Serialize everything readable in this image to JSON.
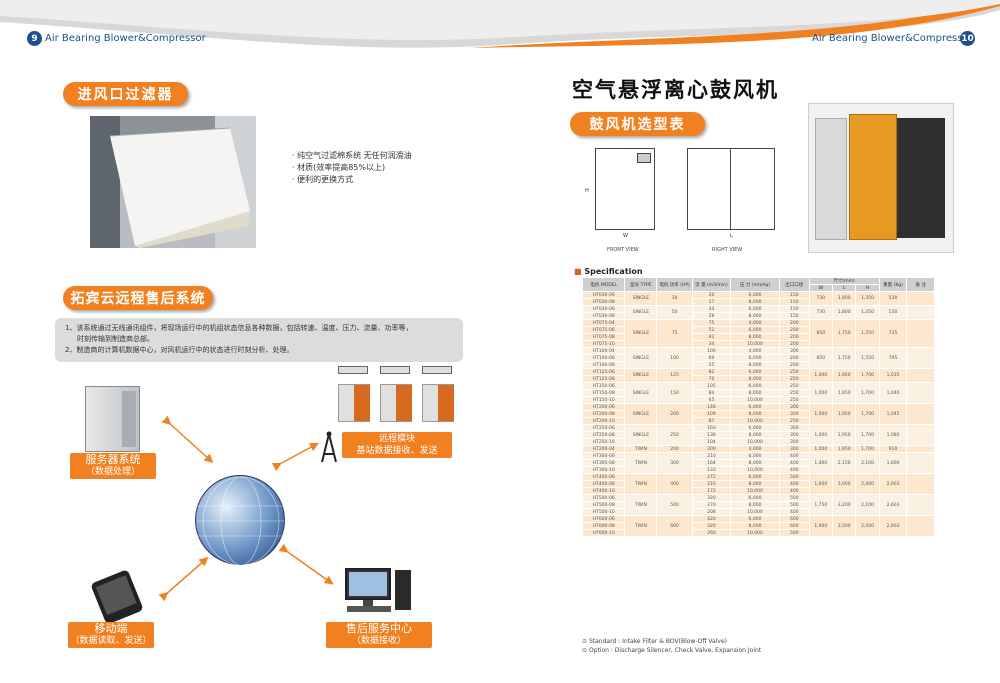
{
  "header": {
    "left_page": "9",
    "left_title": "Air Bearing Blower&Compressor",
    "right_title": "Air Bearing Blower&Compressor",
    "right_page": "10"
  },
  "left": {
    "filter_title": "进风口过滤器",
    "filter_bullets": [
      "· 纯空气过滤棉系统 无任何润滑油",
      "· 材质(效率提高85%以上)",
      "· 便利的更换方式"
    ],
    "cloud_title": "拓宾云远程售后系统",
    "cloud_points": [
      "1、该系统通过无线通讯组件，将现场运行中的机组状态信息各种数据，包括转速、温度、压力、流量、功率等，",
      "时刻传输到制造商总部。",
      "2、制造商的计算机数据中心，对风机运行中的状态进行时刻分析、处理。"
    ],
    "server_label": "服务器系统",
    "server_sub": "（数据处理）",
    "remote_label": "远程模块",
    "remote_sub": "基站数据接收、发送",
    "mobile_label": "移动端",
    "mobile_sub": "（数据读取、发送）",
    "service_label": "售后服务中心",
    "service_sub": "（数据接收）"
  },
  "right": {
    "title": "空气悬浮离心鼓风机",
    "selection_title": "鼓风机选型表",
    "front_view": "FRONT VIEW",
    "right_view": "RIGHT VIEW",
    "dim_w": "W",
    "dim_l": "L",
    "dim_h": "H",
    "spec_title": "Specification",
    "headers": [
      "电机 MODEL",
      "型号 TYPE",
      "电机 功率 (HP)",
      "流 量 (m3/min)",
      "压 力 (mmAq)",
      "出口口径",
      "尺寸(mm)",
      "重量 (Kg)",
      "备 注"
    ],
    "dim_headers": [
      "W",
      "L",
      "H"
    ],
    "notes": [
      "Standard : Intake Filter & BOV(Blow-Off Valve)",
      "Option : Discharge Silencer, Check Valve, Expansion Joint"
    ]
  },
  "spec_groups": [
    {
      "models": [
        "HT030-06",
        "HT030-08"
      ],
      "type": "SINGLE",
      "hp": "30",
      "flow": [
        "20",
        "17"
      ],
      "press": [
        "6,000",
        "8,000"
      ],
      "port": [
        "150",
        "150"
      ],
      "w": "730",
      "l": "1,800",
      "h": "1,350",
      "kg": "530"
    },
    {
      "models": [
        "HT030-06",
        "HT030-08"
      ],
      "type": "SINGLE",
      "hp": "50",
      "flow": [
        "34",
        "28"
      ],
      "press": [
        "6,000",
        "8,000"
      ],
      "port": [
        "150",
        "150"
      ],
      "w": "730",
      "l": "1,800",
      "h": "1,350",
      "kg": "530"
    },
    {
      "models": [
        "HT075-04",
        "HT075-06",
        "HT075-08",
        "HT075-10"
      ],
      "type": "SINGLE",
      "hp": "75",
      "flow": [
        "75",
        "51",
        "42",
        "34"
      ],
      "press": [
        "4,000",
        "6,000",
        "8,000",
        "10,000"
      ],
      "port": [
        "200",
        "200",
        "200",
        "200"
      ],
      "w": "850",
      "l": "1,750",
      "h": "1,550",
      "kg": "735"
    },
    {
      "models": [
        "HT100-04",
        "HT100-06",
        "HT100-08"
      ],
      "type": "SINGLE",
      "hp": "100",
      "flow": [
        "100",
        "69",
        "55"
      ],
      "press": [
        "4,000",
        "6,000",
        "8,000"
      ],
      "port": [
        "300",
        "200",
        "200"
      ],
      "w": "850",
      "l": "1,750",
      "h": "1,550",
      "kg": "795"
    },
    {
      "models": [
        "HT125-06",
        "HT125-08"
      ],
      "type": "SINGLE",
      "hp": "125",
      "flow": [
        "82",
        "70"
      ],
      "press": [
        "6,000",
        "8,000"
      ],
      "port": [
        "250",
        "250"
      ],
      "w": "1,000",
      "l": "1,950",
      "h": "1,700",
      "kg": "1,035"
    },
    {
      "models": [
        "HT150-06",
        "HT150-08",
        "HT150-10"
      ],
      "type": "SINGLE",
      "hp": "150",
      "flow": [
        "105",
        "84",
        "65"
      ],
      "press": [
        "6,000",
        "8,000",
        "10,000"
      ],
      "port": [
        "250",
        "250",
        "250"
      ],
      "w": "1,000",
      "l": "1,950",
      "h": "1,700",
      "kg": "1,040"
    },
    {
      "models": [
        "HT200-06",
        "HT200-08",
        "HT200-10"
      ],
      "type": "SINGLE",
      "hp": "200",
      "flow": [
        "146",
        "109",
        "87"
      ],
      "press": [
        "6,000",
        "8,000",
        "10,000"
      ],
      "port": [
        "300",
        "300",
        "250"
      ],
      "w": "1,000",
      "l": "1,950",
      "h": "1,700",
      "kg": "1,045"
    },
    {
      "models": [
        "HT250-06",
        "HT250-08",
        "HT250-10"
      ],
      "type": "SINGLE",
      "hp": "250",
      "flow": [
        "160",
        "136",
        "104"
      ],
      "press": [
        "6,000",
        "8,000",
        "10,000"
      ],
      "port": [
        "300",
        "300",
        "300"
      ],
      "w": "1,000",
      "l": "1,950",
      "h": "1,700",
      "kg": "1,080"
    },
    {
      "models": [
        "HT200-04"
      ],
      "type": "TWIN",
      "hp": "200",
      "flow": [
        "200"
      ],
      "press": [
        "4,000"
      ],
      "port": [
        "300"
      ],
      "w": "1,000",
      "l": "1,950",
      "h": "1,700",
      "kg": "910"
    },
    {
      "models": [
        "HT300-06",
        "HT300-08",
        "HT300-10"
      ],
      "type": "TWIN",
      "hp": "300",
      "flow": [
        "210",
        "164",
        "133"
      ],
      "press": [
        "6,000",
        "8,000",
        "10,000"
      ],
      "port": [
        "400",
        "400",
        "400"
      ],
      "w": "1,400",
      "l": "2,150",
      "h": "2,100",
      "kg": "1,600"
    },
    {
      "models": [
        "HT400-06",
        "HT400-08",
        "HT400-10"
      ],
      "type": "TWIN",
      "hp": "400",
      "flow": [
        "272",
        "216",
        "172"
      ],
      "press": [
        "6,000",
        "8,000",
        "10,000"
      ],
      "port": [
        "500",
        "400",
        "400"
      ],
      "w": "1,600",
      "l": "3,000",
      "h": "2,000",
      "kg": "2,003"
    },
    {
      "models": [
        "HT500-06",
        "HT500-08",
        "HT500-10"
      ],
      "type": "TWIN",
      "hp": "500",
      "flow": [
        "320",
        "270",
        "208"
      ],
      "press": [
        "6,000",
        "8,000",
        "10,000"
      ],
      "port": [
        "500",
        "500",
        "400"
      ],
      "w": "1,750",
      "l": "3,200",
      "h": "2,100",
      "kg": "2,603"
    },
    {
      "models": [
        "HT600-06",
        "HT600-08",
        "HT600-10"
      ],
      "type": "TWIN",
      "hp": "600",
      "flow": [
        "420",
        "320",
        "260"
      ],
      "press": [
        "6,000",
        "8,000",
        "10,000"
      ],
      "port": [
        "600",
        "600",
        "500"
      ],
      "w": "1,900",
      "l": "3,500",
      "h": "2,000",
      "kg": "2,803"
    }
  ]
}
